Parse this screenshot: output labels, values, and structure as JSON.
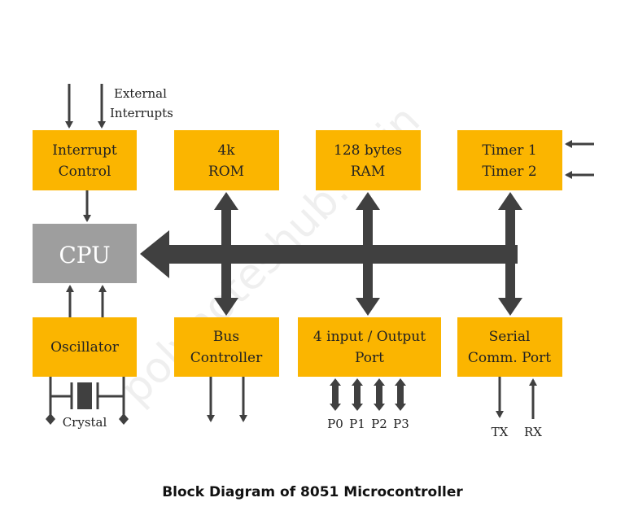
{
  "title": "Block Diagram of 8051 Microcontroller",
  "watermark": "polynoteshub.co.in",
  "colors": {
    "block": "#fbb500",
    "cpu": "#9e9e9e",
    "arrow": "#404040"
  },
  "labels": {
    "external_interrupts": [
      "External",
      "Interrupts"
    ],
    "crystal": "Crystal",
    "ports": [
      "P0",
      "P1",
      "P2",
      "P3"
    ],
    "tx": "TX",
    "rx": "RX"
  },
  "blocks": {
    "interrupt_control": [
      "Interrupt",
      "Control"
    ],
    "rom": [
      "4k",
      "ROM"
    ],
    "ram": [
      "128 bytes",
      "RAM"
    ],
    "timer": [
      "Timer 1",
      "Timer 2"
    ],
    "cpu": "CPU",
    "oscillator": "Oscillator",
    "bus_controller": [
      "Bus",
      "Controller"
    ],
    "io_port": [
      "4 input / Output",
      "Port"
    ],
    "serial_port": [
      "Serial",
      "Comm. Port"
    ]
  }
}
